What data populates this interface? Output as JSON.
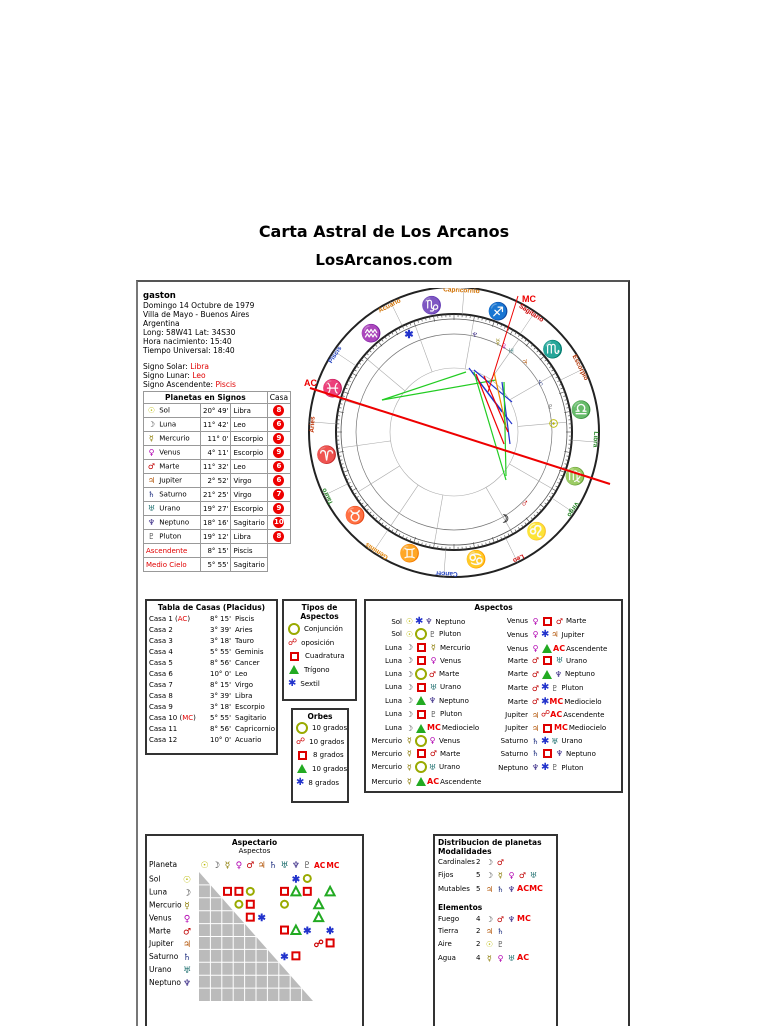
{
  "header": {
    "title": "Carta Astral de Los Arcanos",
    "site": "LosArcanos.com"
  },
  "person": {
    "name": "gaston",
    "date": "Domingo 14 Octubre de 1979",
    "place1": "Villa de Mayo - Buenos Aires",
    "place2": "Argentina",
    "coords": "Long: 58W41 Lat: 34S30",
    "birth_time": "Hora nacimiento: 15:40",
    "ut": "Tiempo Universal: 18:40",
    "sun_sign_label": "Signo Solar: ",
    "sun_sign": "Libra",
    "moon_sign_label": "Signo Lunar: ",
    "moon_sign": "Leo",
    "asc_label": "Signo Ascendente: ",
    "asc_sign": "Piscis"
  },
  "planets_table": {
    "title": "Planetas en Signos",
    "house_col": "Casa",
    "rows": [
      {
        "icon": "sun-icon",
        "name": "Sol",
        "deg": "20° 49'",
        "sign": "Libra",
        "house": "8",
        "color": "#9a9a00"
      },
      {
        "icon": "moon-icon",
        "name": "Luna",
        "deg": "11° 42'",
        "sign": "Leo",
        "house": "6",
        "color": "#555"
      },
      {
        "icon": "mercury-icon",
        "name": "Mercurio",
        "deg": "11° 0'",
        "sign": "Escorpio",
        "house": "9",
        "color": "#7a6a00"
      },
      {
        "icon": "venus-icon",
        "name": "Venus",
        "deg": "4° 11'",
        "sign": "Escorpio",
        "house": "9",
        "color": "#b000b0"
      },
      {
        "icon": "mars-icon",
        "name": "Marte",
        "deg": "11° 32'",
        "sign": "Leo",
        "house": "6",
        "color": "#c00000"
      },
      {
        "icon": "jupiter-icon",
        "name": "Jupiter",
        "deg": "2° 52'",
        "sign": "Virgo",
        "house": "6",
        "color": "#a04000"
      },
      {
        "icon": "saturn-icon",
        "name": "Saturno",
        "deg": "21° 25'",
        "sign": "Virgo",
        "house": "7",
        "color": "#203080"
      },
      {
        "icon": "uranus-icon",
        "name": "Urano",
        "deg": "19° 27'",
        "sign": "Escorpio",
        "house": "9",
        "color": "#207070"
      },
      {
        "icon": "neptune-icon",
        "name": "Neptuno",
        "deg": "18° 16'",
        "sign": "Sagitario",
        "house": "10",
        "color": "#302080"
      },
      {
        "icon": "pluto-icon",
        "name": "Pluton",
        "deg": "19° 12'",
        "sign": "Libra",
        "house": "8",
        "color": "#606060"
      }
    ],
    "asc": {
      "name": "Ascendente",
      "deg": "8° 15'",
      "sign": "Piscis"
    },
    "mc": {
      "name": "Medio Cielo",
      "deg": "5° 55'",
      "sign": "Sagitario"
    }
  },
  "houses_table": {
    "title": "Tabla de Casas (Placidus)",
    "rows": [
      {
        "casa": "Casa 1",
        "tag": "AC",
        "deg": "8° 15'",
        "sign": "Piscis"
      },
      {
        "casa": "Casa 2",
        "tag": "",
        "deg": "3° 39'",
        "sign": "Aries"
      },
      {
        "casa": "Casa 3",
        "tag": "",
        "deg": "3° 18'",
        "sign": "Tauro"
      },
      {
        "casa": "Casa 4",
        "tag": "",
        "deg": "5° 55'",
        "sign": "Geminis"
      },
      {
        "casa": "Casa 5",
        "tag": "",
        "deg": "8° 56'",
        "sign": "Cancer"
      },
      {
        "casa": "Casa 6",
        "tag": "",
        "deg": "10° 0'",
        "sign": "Leo"
      },
      {
        "casa": "Casa 7",
        "tag": "",
        "deg": "8° 15'",
        "sign": "Virgo"
      },
      {
        "casa": "Casa 8",
        "tag": "",
        "deg": "3° 39'",
        "sign": "Libra"
      },
      {
        "casa": "Casa 9",
        "tag": "",
        "deg": "3° 18'",
        "sign": "Escorpio"
      },
      {
        "casa": "Casa 10",
        "tag": "MC",
        "deg": "5° 55'",
        "sign": "Sagitario"
      },
      {
        "casa": "Casa 11",
        "tag": "",
        "deg": "8° 56'",
        "sign": "Capricornio"
      },
      {
        "casa": "Casa 12",
        "tag": "",
        "deg": "10° 0'",
        "sign": "Acuario"
      }
    ]
  },
  "aspect_types": {
    "title1": "Tipos de",
    "title2": "Aspectos",
    "items": [
      {
        "kind": "conj",
        "label": "Conjunción"
      },
      {
        "kind": "opp",
        "label": "oposición"
      },
      {
        "kind": "sq",
        "label": "Cuadratura"
      },
      {
        "kind": "tri",
        "label": "Trígono"
      },
      {
        "kind": "sex",
        "label": "Sextil"
      }
    ]
  },
  "orbs": {
    "title": "Orbes",
    "items": [
      {
        "kind": "conj",
        "label": "10 grados"
      },
      {
        "kind": "opp",
        "label": "10 grados"
      },
      {
        "kind": "sq",
        "label": "8 grados"
      },
      {
        "kind": "tri",
        "label": "10 grados"
      },
      {
        "kind": "sex",
        "label": "8 grados"
      }
    ]
  },
  "aspects_list": {
    "title": "Aspectos",
    "left": [
      {
        "a": "Sol",
        "k": "sex",
        "b": "Neptuno"
      },
      {
        "a": "Sol",
        "k": "conj",
        "b": "Pluton"
      },
      {
        "a": "Luna",
        "k": "sq",
        "b": "Mercurio"
      },
      {
        "a": "Luna",
        "k": "sq",
        "b": "Venus"
      },
      {
        "a": "Luna",
        "k": "conj",
        "b": "Marte"
      },
      {
        "a": "Luna",
        "k": "sq",
        "b": "Urano"
      },
      {
        "a": "Luna",
        "k": "tri",
        "b": "Neptuno"
      },
      {
        "a": "Luna",
        "k": "sq",
        "b": "Pluton"
      },
      {
        "a": "Luna",
        "k": "tri",
        "b": "Mediocielo"
      },
      {
        "a": "Mercurio",
        "k": "conj",
        "b": "Venus"
      },
      {
        "a": "Mercurio",
        "k": "sq",
        "b": "Marte"
      },
      {
        "a": "Mercurio",
        "k": "conj",
        "b": "Urano"
      },
      {
        "a": "Mercurio",
        "k": "tri",
        "b": "Ascendente"
      }
    ],
    "right": [
      {
        "a": "Venus",
        "k": "sq",
        "b": "Marte"
      },
      {
        "a": "Venus",
        "k": "sex",
        "b": "Jupiter"
      },
      {
        "a": "Venus",
        "k": "tri",
        "b": "Ascendente"
      },
      {
        "a": "Marte",
        "k": "sq",
        "b": "Urano"
      },
      {
        "a": "Marte",
        "k": "tri",
        "b": "Neptuno"
      },
      {
        "a": "Marte",
        "k": "sex",
        "b": "Pluton"
      },
      {
        "a": "Marte",
        "k": "sex",
        "b": "Mediocielo"
      },
      {
        "a": "Jupiter",
        "k": "opp",
        "b": "Ascendente"
      },
      {
        "a": "Jupiter",
        "k": "sq",
        "b": "Mediocielo"
      },
      {
        "a": "Saturno",
        "k": "sex",
        "b": "Urano"
      },
      {
        "a": "Saturno",
        "k": "sq",
        "b": "Neptuno"
      },
      {
        "a": "Neptuno",
        "k": "sex",
        "b": "Pluton"
      }
    ]
  },
  "aspectario": {
    "title": "Aspectario",
    "subtitle": "Aspectos",
    "header_label": "Planeta",
    "rows": [
      "Sol",
      "Luna",
      "Mercurio",
      "Venus",
      "Marte",
      "Jupiter",
      "Saturno",
      "Urano",
      "Neptuno"
    ],
    "ac": "AC",
    "mc": "MC"
  },
  "distribution": {
    "title": "Distribucion de planetas",
    "mod_title": "Modalidades",
    "modalities": [
      {
        "label": "Cardinales",
        "count": "2"
      },
      {
        "label": "Fijos",
        "count": "5"
      },
      {
        "label": "Mutables",
        "count": "5"
      }
    ],
    "el_title": "Elementos",
    "elements": [
      {
        "label": "Fuego",
        "count": "4"
      },
      {
        "label": "Tierra",
        "count": "2"
      },
      {
        "label": "Aire",
        "count": "2"
      },
      {
        "label": "Agua",
        "count": "4"
      }
    ]
  },
  "wheel": {
    "signs": [
      "Capricornio",
      "Sagitario",
      "Escorpio",
      "Libra",
      "Virgo",
      "Leo",
      "Cancer",
      "Geminis",
      "Tauro",
      "Aries",
      "Piscis",
      "Acuario"
    ],
    "ac_label": "AC",
    "mc_label": "MC"
  }
}
